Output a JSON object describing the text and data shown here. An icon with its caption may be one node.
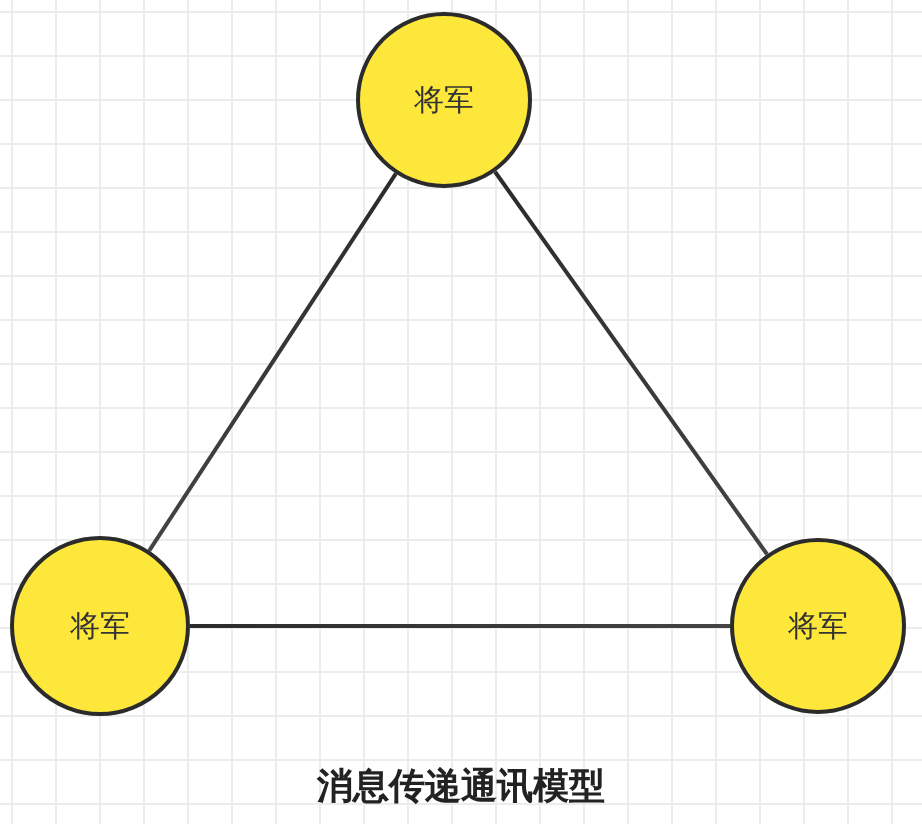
{
  "diagram": {
    "caption": "消息传递通讯模型",
    "nodes": [
      {
        "text": [
          "将军"
        ]
      },
      {
        "text": [
          "将军"
        ]
      },
      {
        "text": [
          "将军"
        ]
      }
    ],
    "edges": [
      {
        "from": 0,
        "to": 1,
        "arrow": "none"
      },
      {
        "from": 0,
        "to": 2,
        "arrow": "none"
      },
      {
        "from": 1,
        "to": 2,
        "arrow": "none"
      }
    ]
  }
}
